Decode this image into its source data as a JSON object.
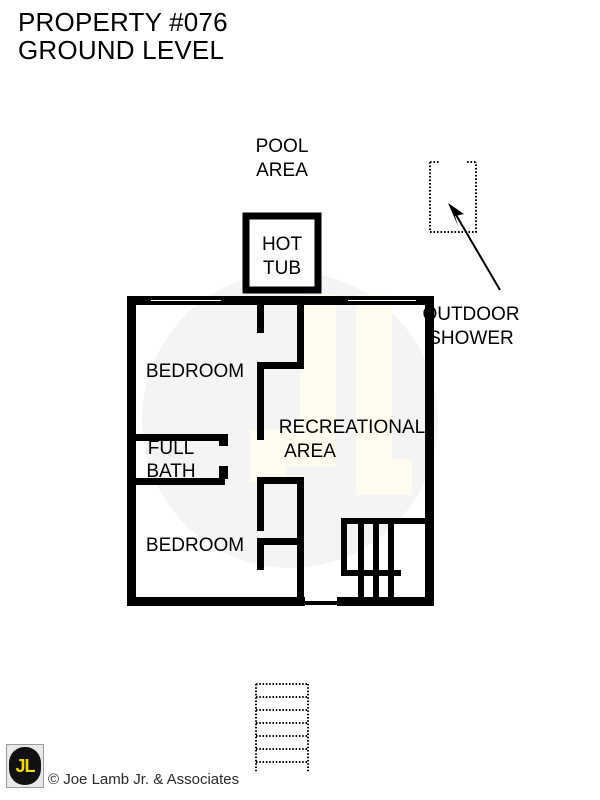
{
  "document": {
    "title_line1": "PROPERTY #076",
    "title_line2": "GROUND LEVEL"
  },
  "colors": {
    "wall": "#000000",
    "background": "#ffffff",
    "watermark_circle": "#f4f4f4",
    "watermark_letters": "#fdfcee",
    "logo_black": "#111111",
    "logo_yellow": "#f5d717",
    "logo_frame": "#9a9a9a",
    "text": "#000000"
  },
  "plan": {
    "exterior_labels": [
      {
        "name": "pool-area",
        "line1": "POOL",
        "line2": "AREA"
      },
      {
        "name": "outdoor-shower",
        "line1": "OUTDOOR",
        "line2": "SHOWER"
      }
    ],
    "fixtures": [
      {
        "name": "hot-tub",
        "line1": "HOT",
        "line2": "TUB"
      }
    ],
    "rooms": [
      {
        "name": "bedroom-upper",
        "line1": "BEDROOM",
        "line2": ""
      },
      {
        "name": "full-bath",
        "line1": "FULL",
        "line2": "BATH"
      },
      {
        "name": "recreational-area",
        "line1": "RECREATIONAL",
        "line2": "AREA"
      },
      {
        "name": "bedroom-lower",
        "line1": "BEDROOM",
        "line2": ""
      }
    ],
    "features": [
      {
        "name": "staircase-interior",
        "label": ""
      },
      {
        "name": "exterior-steps",
        "label": ""
      },
      {
        "name": "shower-callout-arrow",
        "label": ""
      }
    ]
  },
  "footer": {
    "copyright": "© Joe Lamb Jr. & Associates",
    "logo_text": "JL"
  }
}
